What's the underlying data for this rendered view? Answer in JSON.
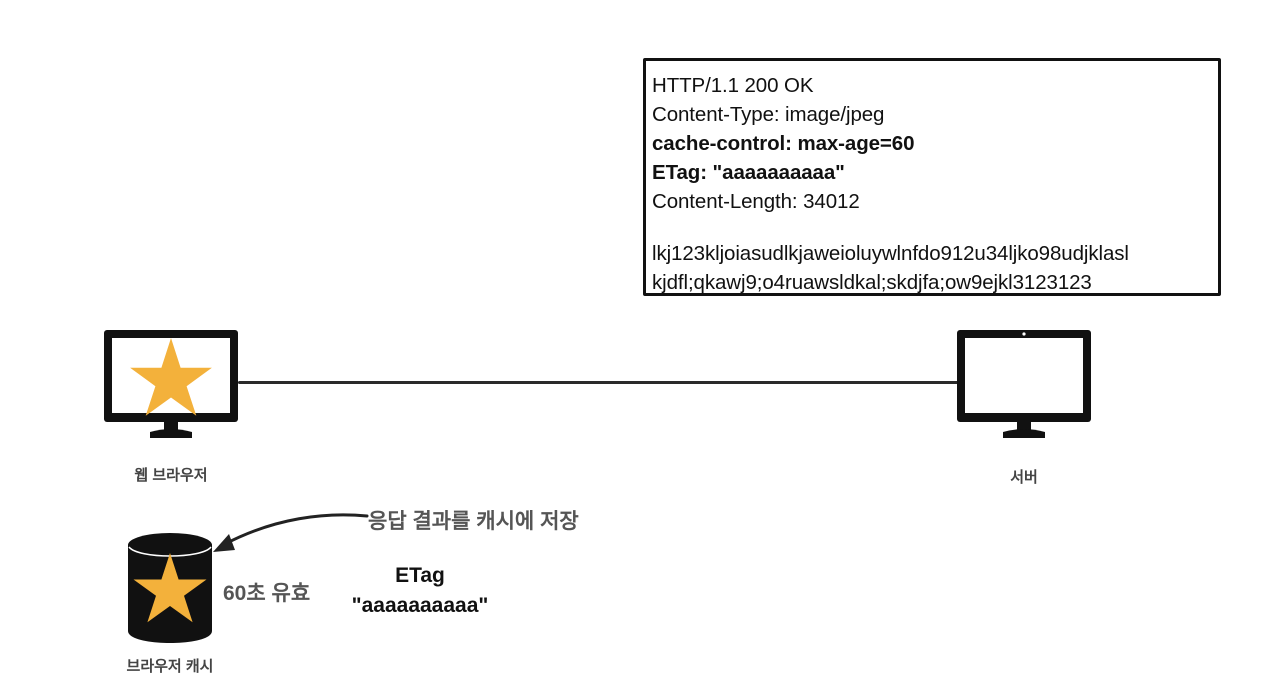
{
  "response": {
    "lines": [
      {
        "text": "HTTP/1.1 200 OK",
        "bold": false
      },
      {
        "text": "Content-Type: image/jpeg",
        "bold": false
      },
      {
        "text": "cache-control: max-age=60",
        "bold": true
      },
      {
        "text": "ETag: \"aaaaaaaaaa\"",
        "bold": true
      },
      {
        "text": "Content-Length: 34012",
        "bold": false
      }
    ],
    "body_lines": [
      "lkj123kljoiasudlkjaweioluywlnfdo912u34ljko98udjklasl",
      "kjdfl;qkawj9;o4ruawsldkal;skdjfa;ow9ejkl3123123"
    ]
  },
  "client": {
    "label": "웹 브라우저",
    "icon": "monitor-with-star-icon"
  },
  "server": {
    "label": "서버",
    "icon": "monitor-icon"
  },
  "cache": {
    "label": "브라우저 캐시",
    "icon": "database-with-star-icon",
    "validity": "60초 유효",
    "etag_title": "ETag",
    "etag_value": "\"aaaaaaaaaa\""
  },
  "annotation": {
    "text": "응답 결과를 캐시에 저장"
  },
  "colors": {
    "star": "#f3b13b",
    "device": "#111111",
    "line": "#2a2a2a"
  }
}
